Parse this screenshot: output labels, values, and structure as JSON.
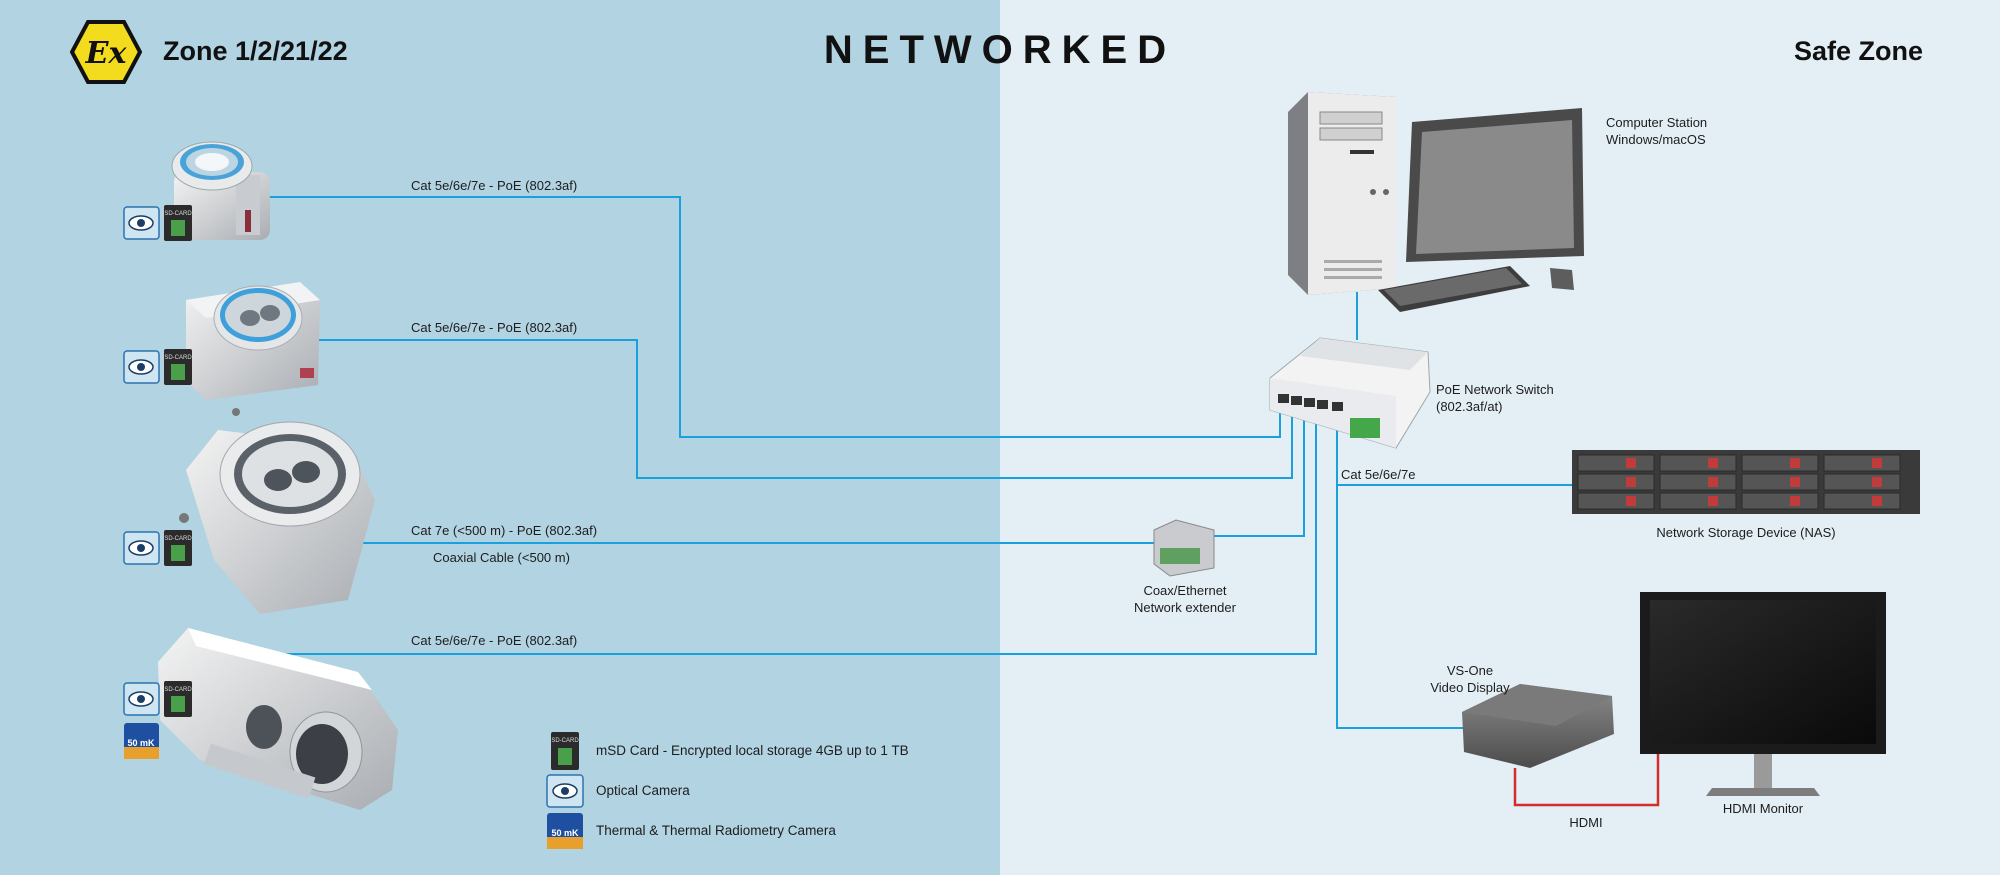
{
  "header": {
    "title": "NETWORKED",
    "hazard_zone": "Zone 1/2/21/22",
    "safe_zone": "Safe Zone",
    "ex_symbol": "Ex"
  },
  "colors": {
    "hazard_bg": "#b1d3e2",
    "safe_bg": "#e3eff5",
    "ethernet_line": "#1aa0dc",
    "hdmi_line": "#d42b2b"
  },
  "cameras": [
    {
      "cable_label": "Cat 5e/6e/7e - PoE (802.3af)",
      "badges": [
        "optical-camera-icon",
        "sd-card-icon"
      ]
    },
    {
      "cable_label": "Cat 5e/6e/7e - PoE (802.3af)",
      "badges": [
        "optical-camera-icon",
        "sd-card-icon"
      ]
    },
    {
      "cable_label": "Cat 7e (<500 m) - PoE (802.3af)",
      "cable_label_alt": "Coaxial Cable (<500 m)",
      "badges": [
        "optical-camera-icon",
        "sd-card-icon"
      ]
    },
    {
      "cable_label": "Cat 5e/6e/7e - PoE (802.3af)",
      "badges": [
        "optical-camera-icon",
        "sd-card-icon",
        "thermal-camera-icon"
      ]
    }
  ],
  "devices": {
    "computer": {
      "line1": "Computer Station",
      "line2": "Windows/macOS"
    },
    "switch": {
      "line1": "PoE Network Switch",
      "line2": "(802.3af/at)"
    },
    "nas_cable": "Cat 5e/6e/7e",
    "nas": "Network Storage Device (NAS)",
    "extender": {
      "line1": "Coax/Ethernet",
      "line2": "Network extender"
    },
    "vs_one": {
      "line1": "VS-One",
      "line2": "Video Display"
    },
    "hdmi_cable": "HDMI",
    "monitor": "HDMI Monitor"
  },
  "legend": [
    {
      "icon": "sd-card-icon",
      "text": "mSD Card - Encrypted local storage 4GB up to 1 TB"
    },
    {
      "icon": "optical-camera-icon",
      "text": "Optical Camera"
    },
    {
      "icon": "thermal-camera-icon",
      "text": "Thermal & Thermal Radiometry Camera"
    }
  ],
  "badge_text": {
    "sd": "SD-CARD",
    "thermal": "50 mK"
  }
}
